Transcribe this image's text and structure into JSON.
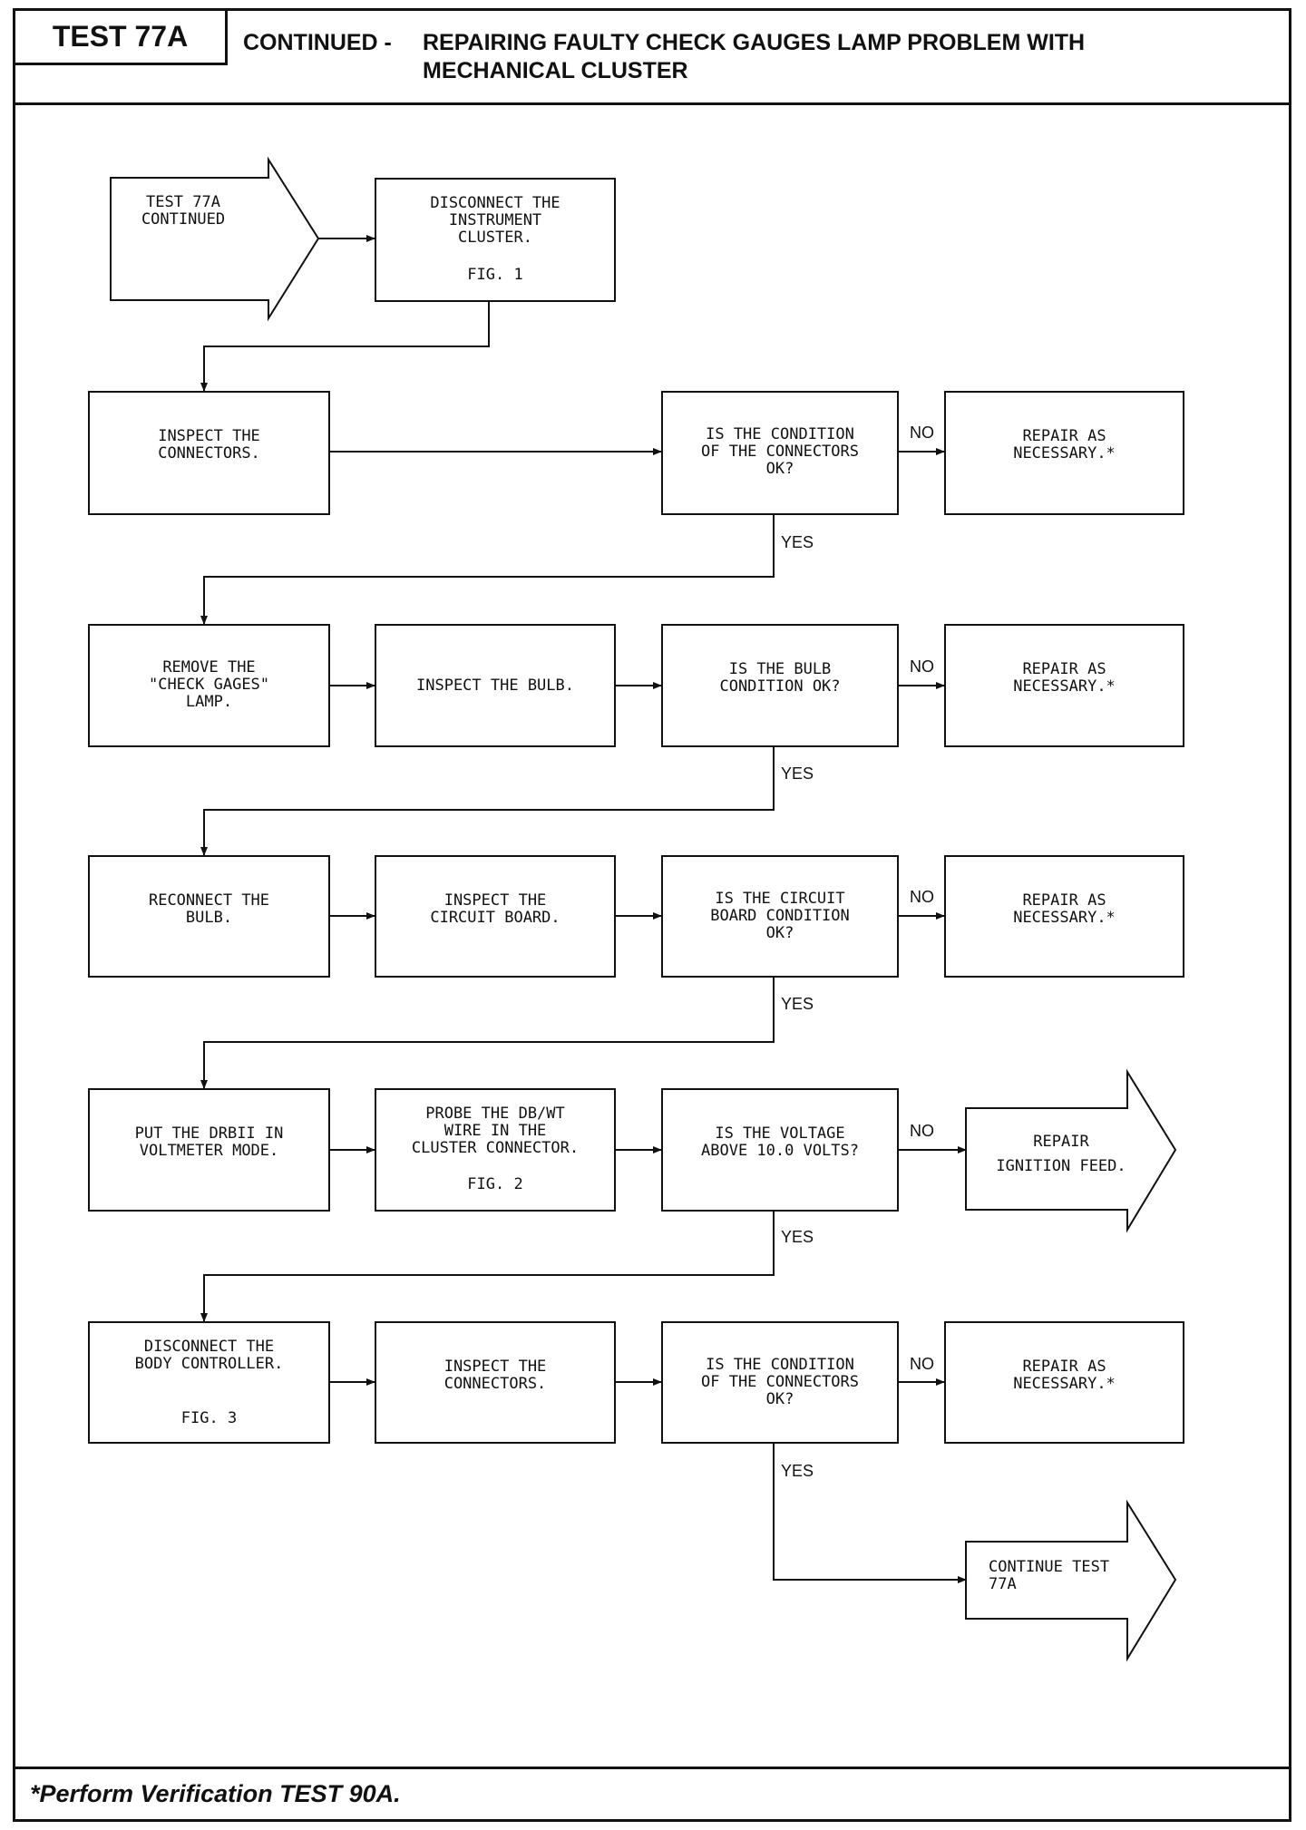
{
  "header": {
    "test_id": "TEST 77A",
    "title_prefix": "CONTINUED -",
    "title_line1": "REPAIRING FAULTY CHECK GAUGES LAMP PROBLEM WITH",
    "title_line2": "MECHANICAL CLUSTER"
  },
  "nodes": {
    "start": "TEST 77A\nCONTINUED",
    "disconnect_cluster": "DISCONNECT THE\nINSTRUMENT\nCLUSTER.",
    "disconnect_cluster_fig": "FIG. 1",
    "inspect_connectors_1": "INSPECT THE\nCONNECTORS.",
    "q_connectors_1": "IS THE CONDITION\nOF THE CONNECTORS\nOK?",
    "repair_1": "REPAIR AS\nNECESSARY.*",
    "remove_lamp": "REMOVE THE\n\"CHECK GAGES\"\nLAMP.",
    "inspect_bulb": "INSPECT THE BULB.",
    "q_bulb": "IS THE BULB\nCONDITION OK?",
    "repair_2": "REPAIR AS\nNECESSARY.*",
    "reconnect_bulb": "RECONNECT THE\nBULB.",
    "inspect_board": "INSPECT THE\nCIRCUIT BOARD.",
    "q_board": "IS THE CIRCUIT\nBOARD CONDITION\nOK?",
    "repair_3": "REPAIR AS\nNECESSARY.*",
    "put_drbii": "PUT THE DRBII IN\nVOLTMETER MODE.",
    "probe_wire": "PROBE THE DB/WT\nWIRE IN THE\nCLUSTER CONNECTOR.",
    "probe_wire_fig": "FIG. 2",
    "q_voltage": "IS THE VOLTAGE\nABOVE 10.0 VOLTS?",
    "repair_ignition_1": "REPAIR",
    "repair_ignition_2": "IGNITION FEED.",
    "disconnect_body": "DISCONNECT THE\nBODY CONTROLLER.",
    "disconnect_body_fig": "FIG. 3",
    "inspect_connectors_2": "INSPECT THE\nCONNECTORS.",
    "q_connectors_2": "IS THE CONDITION\nOF THE CONNECTORS\nOK?",
    "repair_4": "REPAIR AS\nNECESSARY.*",
    "continue": "CONTINUE TEST\n77A"
  },
  "edge_labels": {
    "no": "NO",
    "yes": "YES"
  },
  "footer": {
    "note": "*Perform Verification TEST 90A."
  }
}
